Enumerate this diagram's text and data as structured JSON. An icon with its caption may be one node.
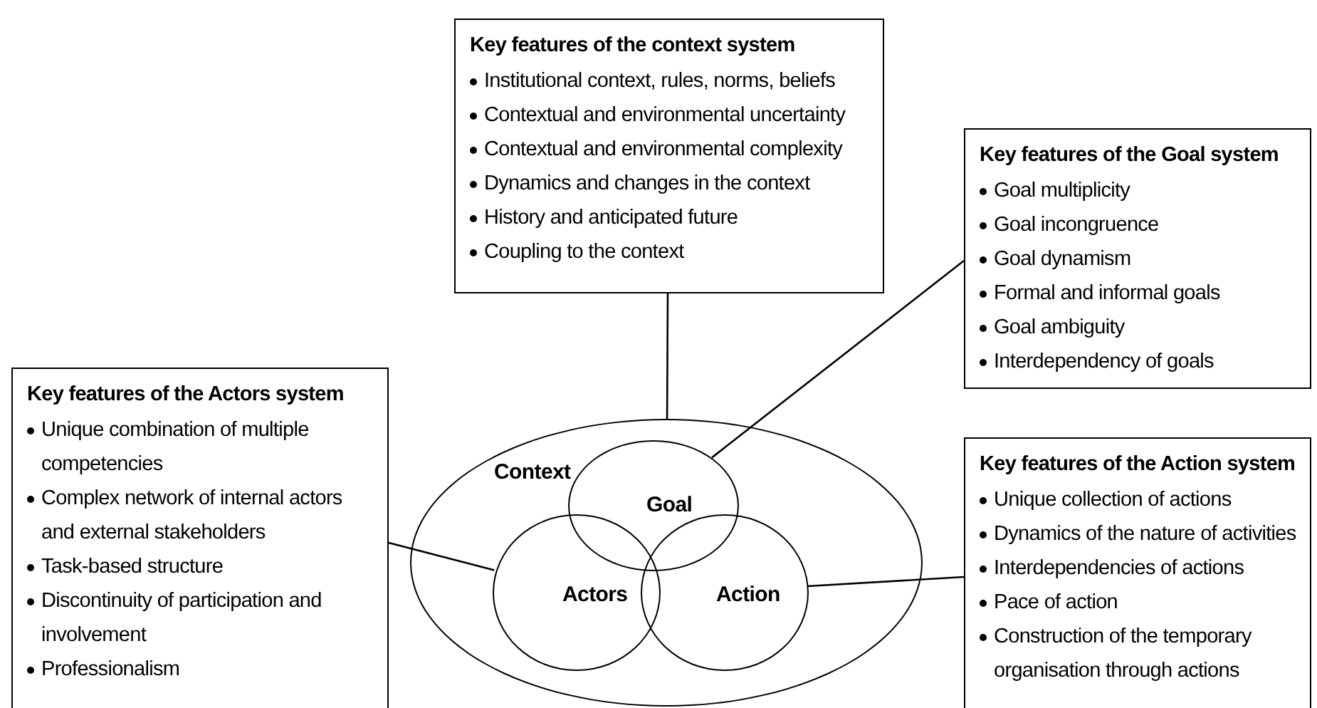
{
  "diagram": {
    "nodes": [
      {
        "text": [
          "Key features of the context system",
          "Institutional context, rules, norms, beliefs",
          "Contextual and environmental uncertainty",
          "Contextual and environmental complexity",
          "Dynamics and changes in the context",
          "History and anticipated future",
          "Coupling to the context"
        ]
      },
      {
        "text": [
          "Key features of the Goal system",
          "Goal multiplicity",
          "Goal incongruence",
          "Goal dynamism",
          "Formal and informal goals",
          "Goal ambiguity",
          "Interdependency of goals"
        ]
      },
      {
        "text": [
          "Key features of the Actors system",
          "Unique combination of multiple competencies",
          "Complex network of internal actors and external stakeholders",
          "Task-based structure",
          "Discontinuity of participation and involvement",
          "Professionalism"
        ]
      },
      {
        "text": [
          "Key features of the Action system",
          "Unique collection of actions",
          "Dynamics of the nature of activities",
          "Interdependencies of actions",
          "Pace of action",
          "Construction of the temporary organisation through actions"
        ]
      },
      {
        "text": [
          "Context"
        ]
      },
      {
        "text": [
          "Goal"
        ],
        "in": 4
      },
      {
        "text": [
          "Actors"
        ],
        "in": 4
      },
      {
        "text": [
          "Action"
        ],
        "in": 4
      }
    ],
    "edges": [
      {
        "from": 0,
        "to": 4,
        "arrow": "none"
      },
      {
        "from": 1,
        "to": 5,
        "arrow": "none"
      },
      {
        "from": 2,
        "to": 6,
        "arrow": "none"
      },
      {
        "from": 3,
        "to": 7,
        "arrow": "none"
      }
    ]
  }
}
